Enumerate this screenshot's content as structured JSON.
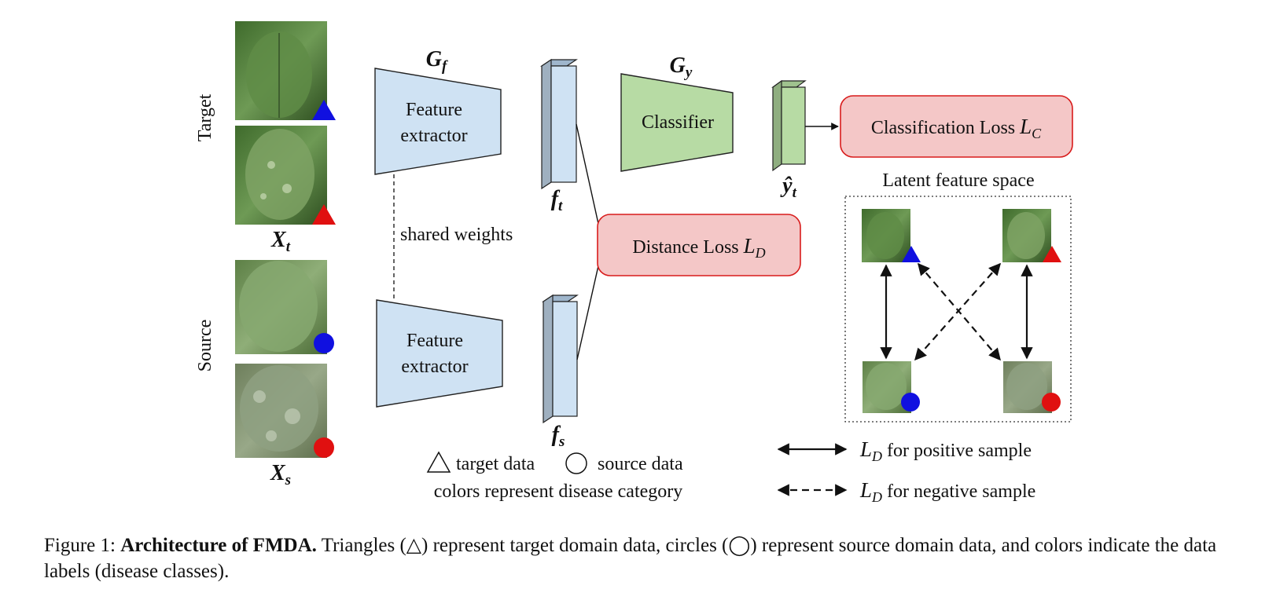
{
  "rows": {
    "target": "Target",
    "source": "Source"
  },
  "inputs": {
    "target_images": [
      {
        "name": "leaf-target-1",
        "marker": "triangle",
        "color": "#1010e0"
      },
      {
        "name": "leaf-target-2",
        "marker": "triangle",
        "color": "#e01010"
      }
    ],
    "source_images": [
      {
        "name": "leaf-source-1",
        "marker": "circle",
        "color": "#1010e0"
      },
      {
        "name": "leaf-source-2",
        "marker": "circle",
        "color": "#e01010"
      }
    ],
    "xt_main": "X",
    "xt_sub": "t",
    "xs_main": "X",
    "xs_sub": "s"
  },
  "modules": {
    "gf_main": "G",
    "gf_sub": "f",
    "extractor_line1": "Feature",
    "extractor_line2": "extractor",
    "shared_weights": "shared weights",
    "ft_main": "f",
    "ft_sub": "t",
    "fs_main": "f",
    "fs_sub": "s",
    "gy_main": "G",
    "gy_sub": "y",
    "classifier": "Classifier",
    "yhat_main": "ŷ",
    "yhat_sub": "t"
  },
  "losses": {
    "classification_text": "Classification Loss ",
    "classification_sym": "L",
    "classification_sub": "C",
    "distance_text": "Distance Loss ",
    "distance_sym": "L",
    "distance_sub": "D"
  },
  "latent": {
    "title": "Latent feature space"
  },
  "legend": {
    "target_data": "target data",
    "source_data": "source data",
    "colors_note": "colors represent disease category",
    "positive_sym": "L",
    "positive_sub": "D",
    "positive_text": " for positive sample",
    "negative_sym": "L",
    "negative_sub": "D",
    "negative_text": " for negative sample"
  },
  "caption": {
    "prefix": "Figure 1: ",
    "bold": "Architecture of FMDA.",
    "rest": " Triangles (△) represent target domain data, circles (◯) represent source domain data, and colors indicate the data labels (disease classes)."
  },
  "colors": {
    "extractor_fill": "#cfe2f3",
    "classifier_fill": "#b7dba4",
    "loss_fill": "#f4c7c7",
    "loss_stroke": "#d81b1b",
    "blue_class": "#1010e0",
    "red_class": "#e01010"
  }
}
